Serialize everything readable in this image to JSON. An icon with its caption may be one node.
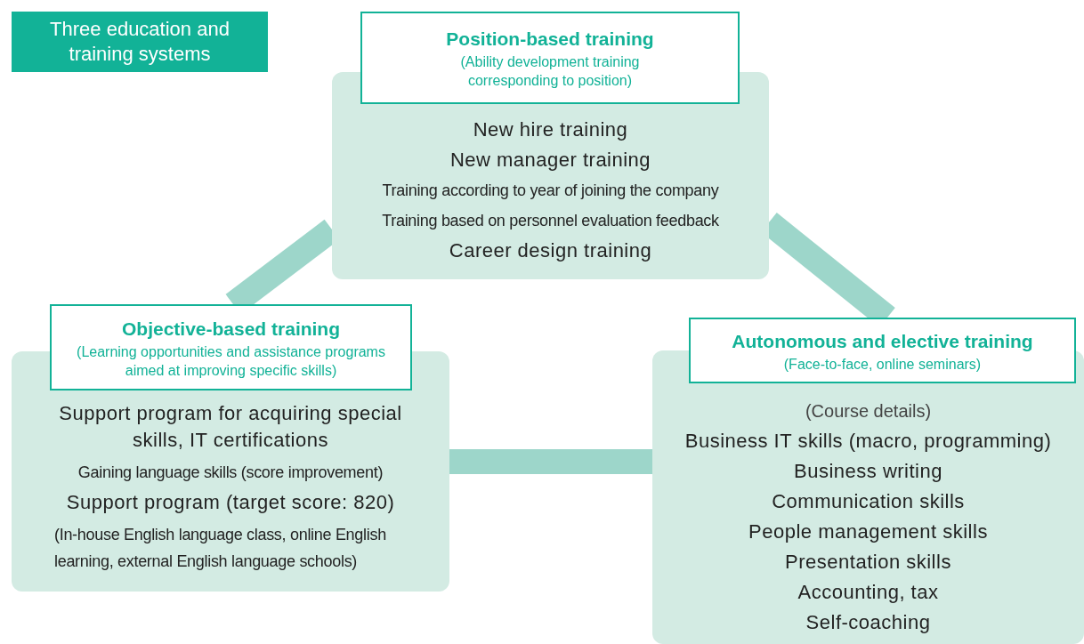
{
  "diagram": {
    "nodes": [
      {
        "text": [
          "Three education and training systems"
        ]
      },
      {
        "text": [
          "New hire training",
          "New manager training",
          "Training according to year of joining the company",
          "Training based on personnel evaluation feedback",
          "Career design training"
        ]
      },
      {
        "text": [
          "Position-based training",
          "(Ability development training corresponding to position)"
        ]
      },
      {
        "text": [
          "Support program for acquiring special skills, IT certifications",
          "Gaining language skills (score improvement)",
          "Support program (target score: 820)",
          "(In-house English language class, online English learning, external English language schools)"
        ]
      },
      {
        "text": [
          "Objective-based training",
          "(Learning opportunities and assistance programs aimed at improving specific skills)"
        ]
      },
      {
        "text": [
          "(Course details)",
          "Business IT skills (macro, programming)",
          "Business writing",
          "Communication skills",
          "People management skills",
          "Presentation skills",
          "Accounting, tax",
          "Self-coaching"
        ]
      },
      {
        "text": [
          "Autonomous and elective training",
          "(Face-to-face, online seminars)"
        ]
      }
    ],
    "edges": [
      {
        "from": 1,
        "to": 4,
        "arrow": "none"
      },
      {
        "from": 1,
        "to": 6,
        "arrow": "none"
      },
      {
        "from": 3,
        "to": 5,
        "arrow": "none"
      }
    ]
  }
}
